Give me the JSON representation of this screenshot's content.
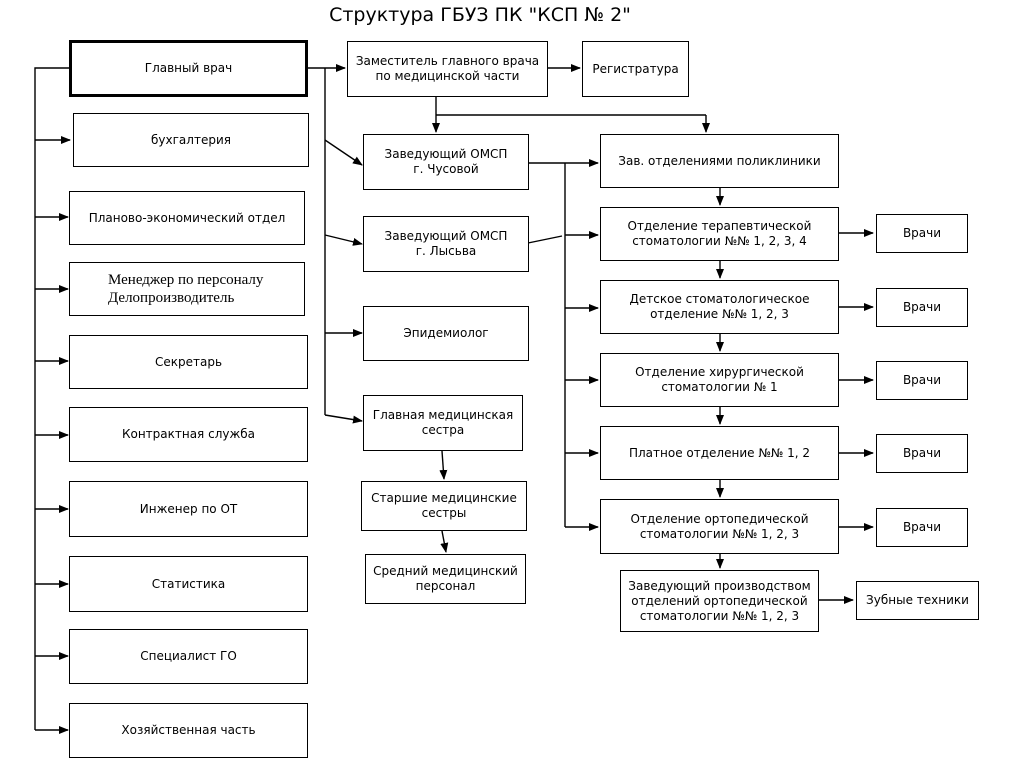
{
  "title": "Структура ГБУЗ ПК \"КСП № 2\"",
  "nodes": {
    "chief": "Главный врач",
    "accounting": "бухгалтерия",
    "planning": "Планово-экономический отдел",
    "hr": "Менеджер по персоналу\nДелопроизводитель",
    "secretary": "Секретарь",
    "contract": "Контрактная служба",
    "safety": "Инженер по ОТ",
    "statistics": "Статистика",
    "civil": "Специалист ГО",
    "household": "Хозяйственная часть",
    "deputy": "Заместитель главного врача\nпо медицинской части",
    "registry": "Регистратура",
    "chusovoy": "Заведующий ОМСП\nг. Чусовой",
    "lysva": "Заведующий ОМСП\nг. Лысьва",
    "epid": "Эпидемиолог",
    "head_nurse": "Главная медицинская\nсестра",
    "senior_nurses": "Старшие медицинские\nсестры",
    "mid_staff": "Средний медицинский\nперсонал",
    "poly_head": "Зав. отделениями поликлиники",
    "therapy": "Отделение терапевтической\nстоматологии №№ 1, 2, 3, 4",
    "children": "Детское стоматологическое\nотделение №№ 1, 2, 3",
    "surgery": "Отделение хирургической\nстоматологии № 1",
    "paid": "Платное отделение №№ 1, 2",
    "ortho": "Отделение ортопедической\nстоматологии №№ 1, 2, 3",
    "ortho_prod": "Заведующий производством\nотделений ортопедической\nстоматологии №№ 1, 2, 3",
    "doctors1": "Врачи",
    "doctors2": "Врачи",
    "doctors3": "Врачи",
    "doctors4": "Врачи",
    "doctors5": "Врачи",
    "technicians": "Зубные техники"
  }
}
